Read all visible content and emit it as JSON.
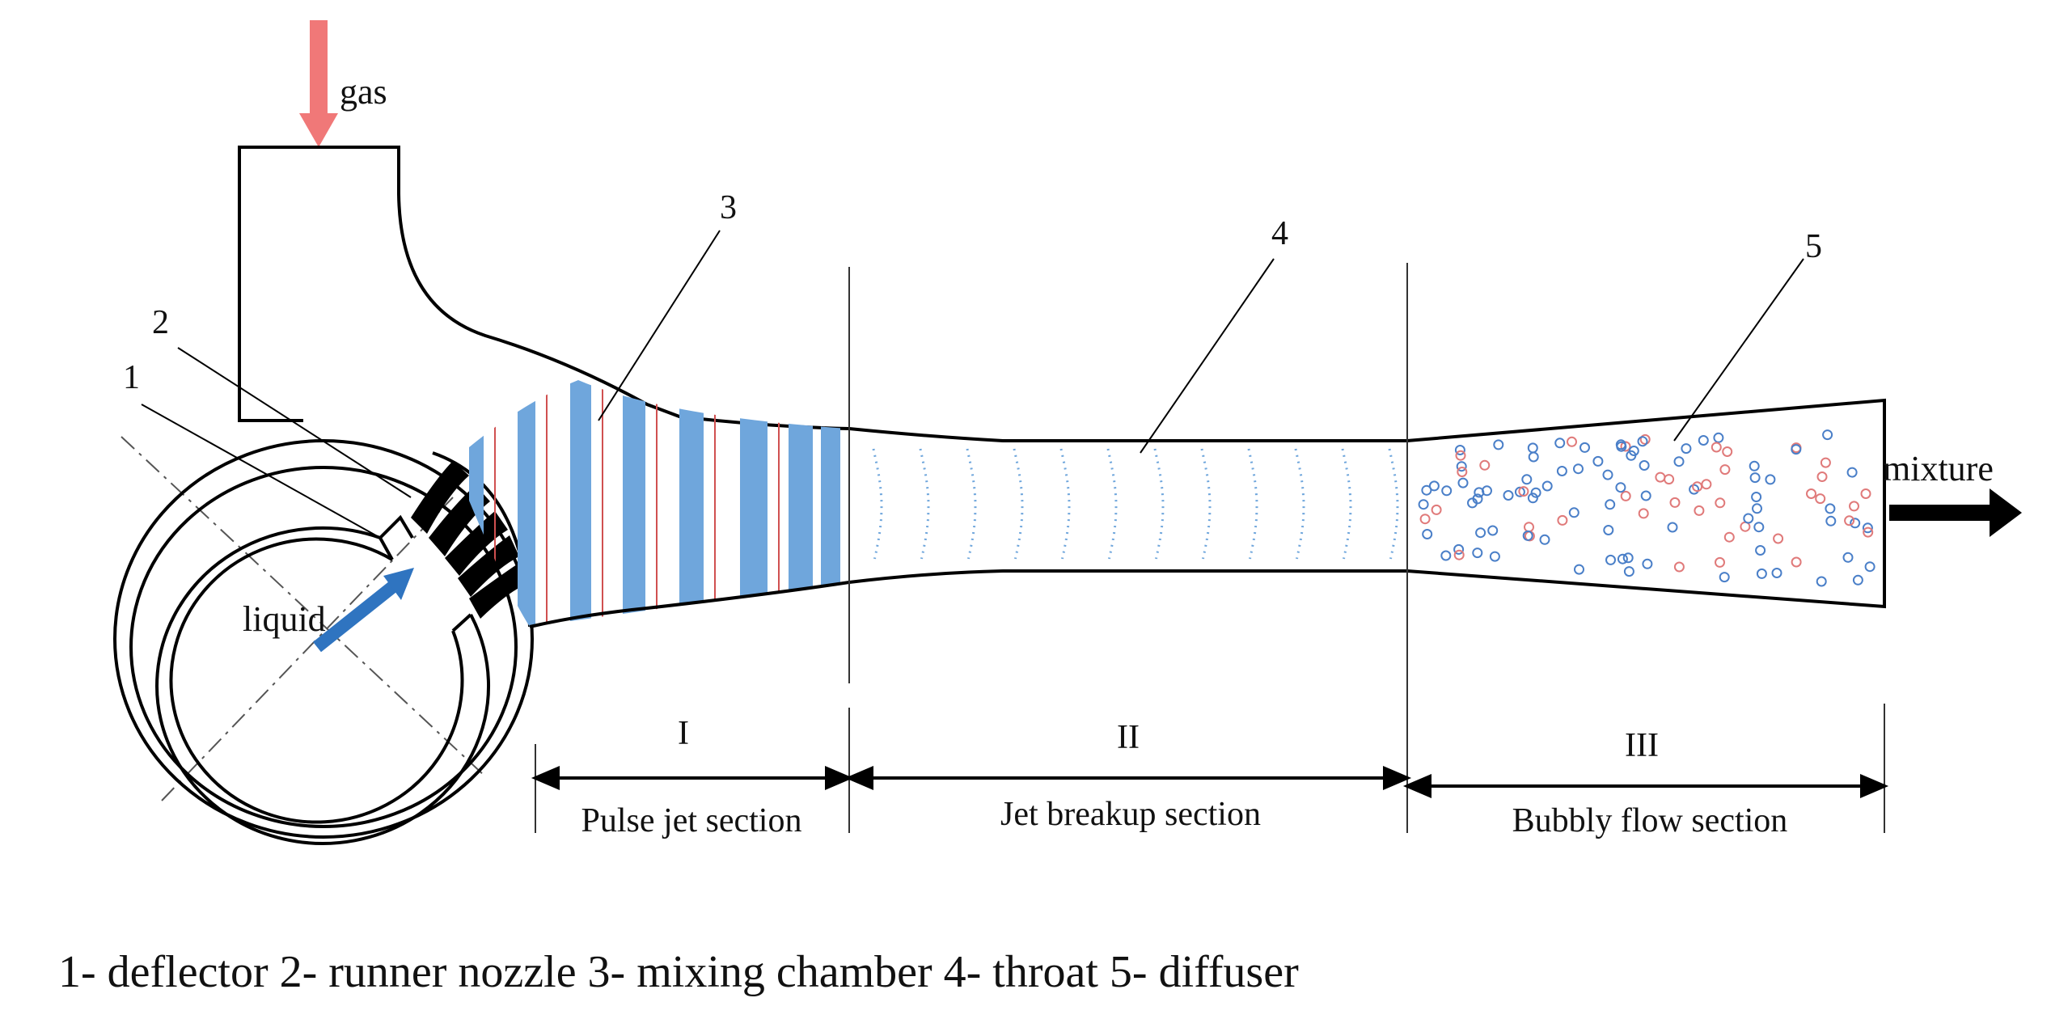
{
  "labels": {
    "gas": "gas",
    "liquid": "liquid",
    "mixture": "mixture"
  },
  "callouts": [
    "1",
    "2",
    "3",
    "4",
    "5"
  ],
  "sections": [
    {
      "numeral": "I",
      "name": "Pulse jet section"
    },
    {
      "numeral": "II",
      "name": "Jet breakup section"
    },
    {
      "numeral": "III",
      "name": "Bubbly flow section"
    }
  ],
  "legend": "1- deflector 2- runner nozzle 3- mixing chamber 4- throat 5- diffuser",
  "colors": {
    "gas_arrow": "#f07878",
    "liquid_arrow": "#2f74c0",
    "band_blue": "#6fa6dc",
    "band_red": "#d05050",
    "bubble_blue": "#4a7fc8",
    "bubble_red": "#e07a7a",
    "outline": "#000000"
  }
}
